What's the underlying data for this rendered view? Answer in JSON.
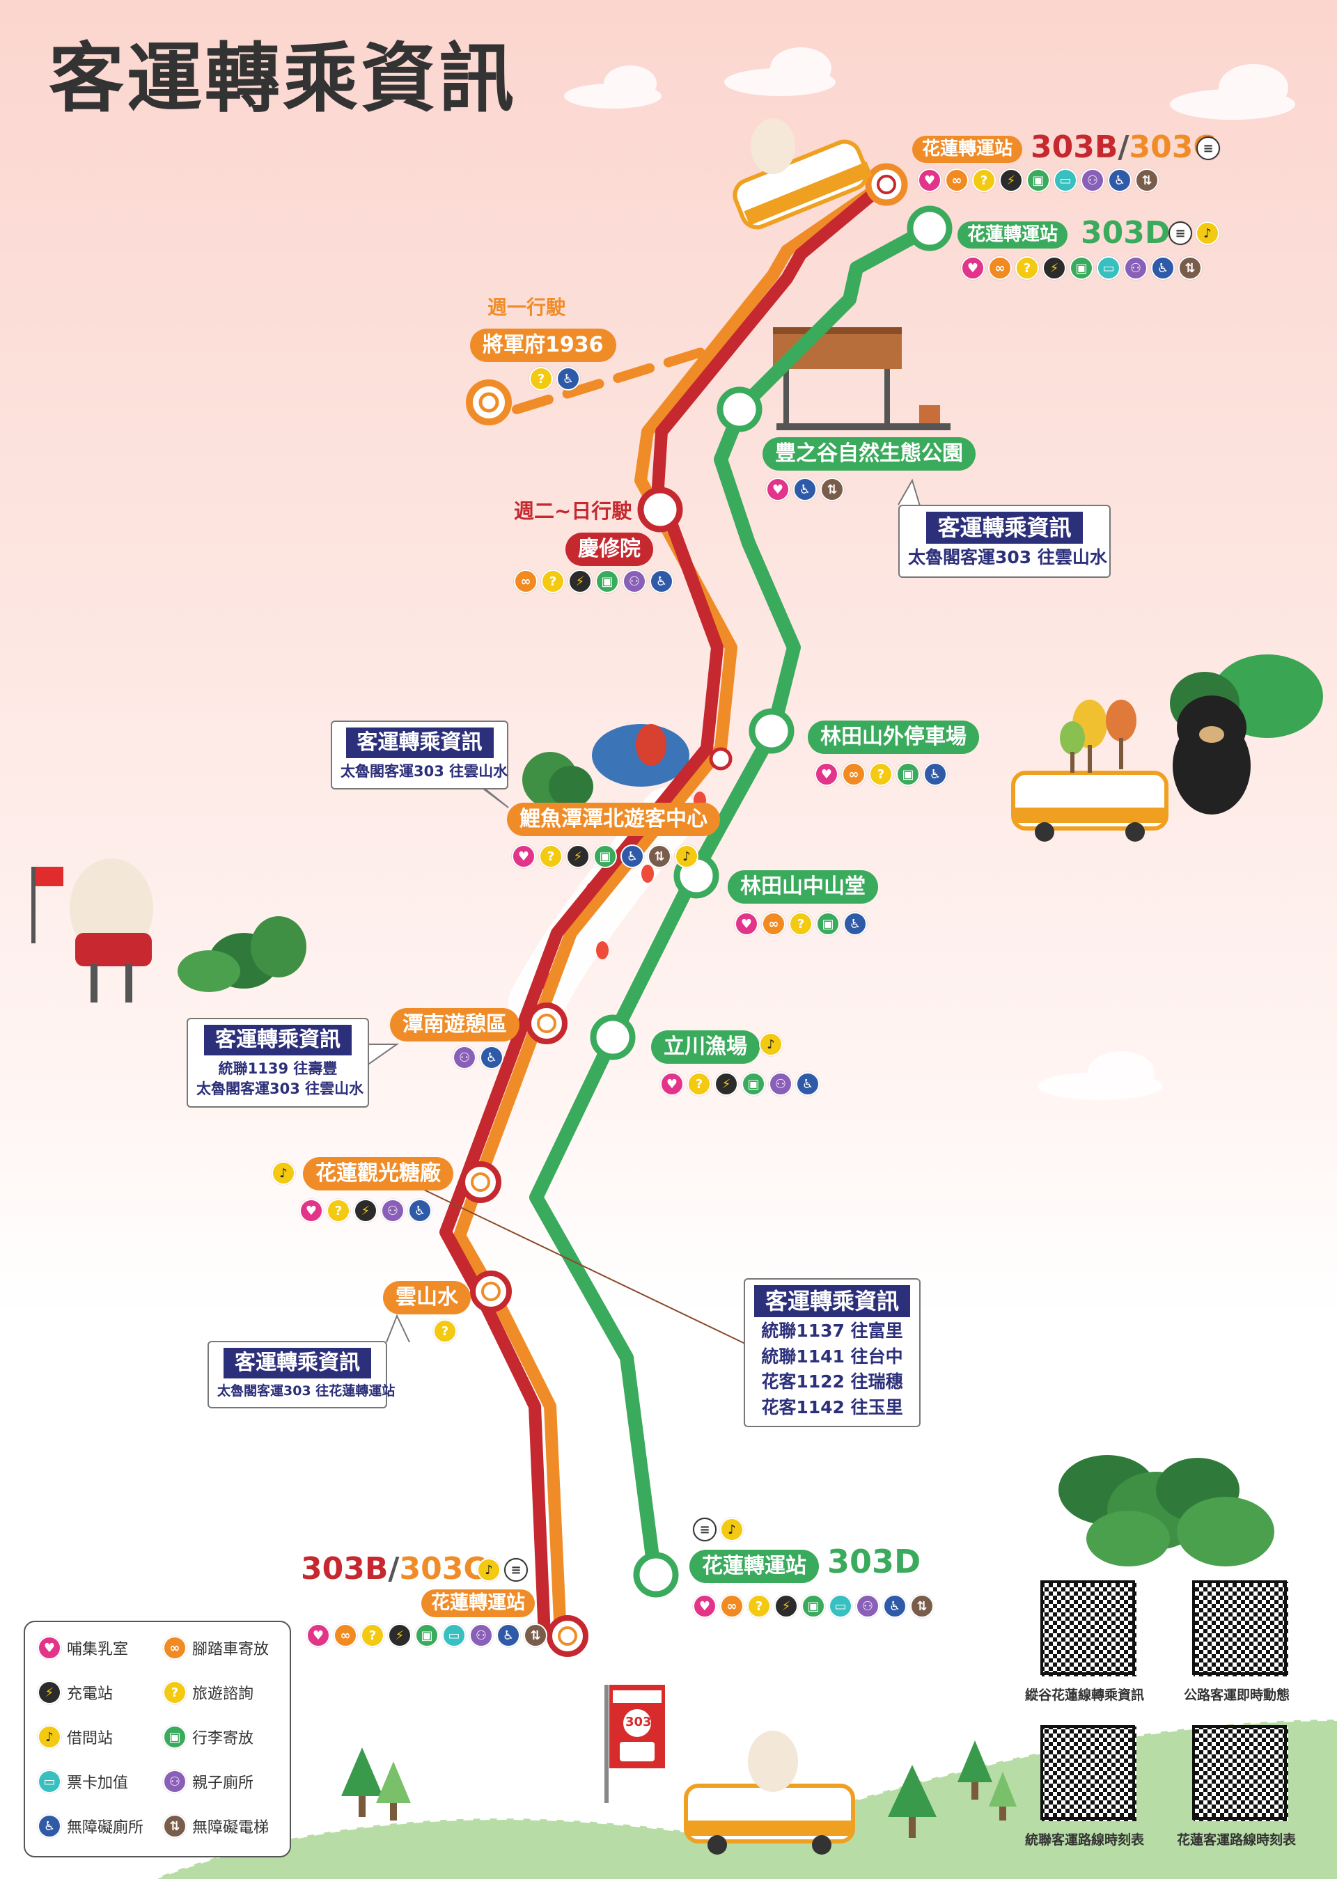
{
  "title": "客運轉乘資訊",
  "top_orange_station": {
    "name": "花蓮轉運站",
    "route_a": "303B",
    "slash": "/",
    "route_b": "303C"
  },
  "top_green_station": {
    "name": "花蓮轉運站",
    "route": "303D"
  },
  "jiangjunfu": {
    "schedule": "週一行駛",
    "name": "將軍府1936"
  },
  "qingxiu": {
    "schedule": "週二~日行駛",
    "name": "慶修院"
  },
  "fengzhigu": {
    "name": "豐之谷自然生態公園"
  },
  "box_fengzhigu": {
    "head": "客運轉乘資訊",
    "lines": [
      "太魯閣客運303 往雲山水"
    ]
  },
  "box_liyu": {
    "head": "客運轉乘資訊",
    "lines": [
      "太魯閣客運303 往雲山水"
    ]
  },
  "linshan_parking": {
    "name": "林田山外停車場"
  },
  "liyu": {
    "name": "鯉魚潭潭北遊客中心"
  },
  "linshan_hall": {
    "name": "林田山中山堂"
  },
  "tannan": {
    "name": "潭南遊憩區"
  },
  "box_tannan": {
    "head": "客運轉乘資訊",
    "lines": [
      "統聯1139 往壽豐",
      "太魯閣客運303 往雲山水"
    ]
  },
  "lichuan": {
    "name": "立川漁場"
  },
  "sugar": {
    "name": "花蓮觀光糖廠"
  },
  "yunshanshui": {
    "name": "雲山水"
  },
  "box_yun": {
    "head": "客運轉乘資訊",
    "lines": [
      "太魯閣客運303 往花蓮轉運站"
    ]
  },
  "box_sugar": {
    "head": "客運轉乘資訊",
    "lines": [
      "統聯1137 往富里",
      "統聯1141 往台中",
      "花客1122 往瑞穗",
      "花客1142 往玉里"
    ]
  },
  "bottom_orange_station": {
    "name": "花蓮轉運站",
    "route_a": "303B",
    "slash": "/",
    "route_b": "303C"
  },
  "bottom_green_station": {
    "name": "花蓮轉運站",
    "route": "303D"
  },
  "bus_sign": {
    "number": "303"
  },
  "legend": [
    {
      "icon": "nursing-room-icon",
      "label": "哺集乳室"
    },
    {
      "icon": "bike-parking-icon",
      "label": "腳踏車寄放"
    },
    {
      "icon": "charging-station-icon",
      "label": "充電站"
    },
    {
      "icon": "travel-info-icon",
      "label": "旅遊諮詢"
    },
    {
      "icon": "lending-station-icon",
      "label": "借問站"
    },
    {
      "icon": "luggage-storage-icon",
      "label": "行李寄放"
    },
    {
      "icon": "card-topup-icon",
      "label": "票卡加值"
    },
    {
      "icon": "family-restroom-icon",
      "label": "親子廁所"
    },
    {
      "icon": "accessible-restroom-icon",
      "label": "無障礙廁所"
    },
    {
      "icon": "accessible-elevator-icon",
      "label": "無障礙電梯"
    }
  ],
  "qr_codes": [
    {
      "caption": "縱谷花蓮線轉乘資訊"
    },
    {
      "caption": "公路客運即時動態"
    },
    {
      "caption": "統聯客運路線時刻表"
    },
    {
      "caption": "花蓮客運路線時刻表"
    }
  ],
  "icon_glyphs": {
    "nursing": "♥",
    "bike": "∞",
    "info": "?",
    "charge": "⚡",
    "luggage": "▣",
    "card": "▭",
    "family": "⚇",
    "access": "♿",
    "elevator": "⇅",
    "lend": "♪",
    "rail": "≡"
  },
  "colors": {
    "orange_line": "#f08c28",
    "red_line": "#c5282f",
    "green_line": "#3aaa5c",
    "info_box": "#2c2f7a"
  }
}
